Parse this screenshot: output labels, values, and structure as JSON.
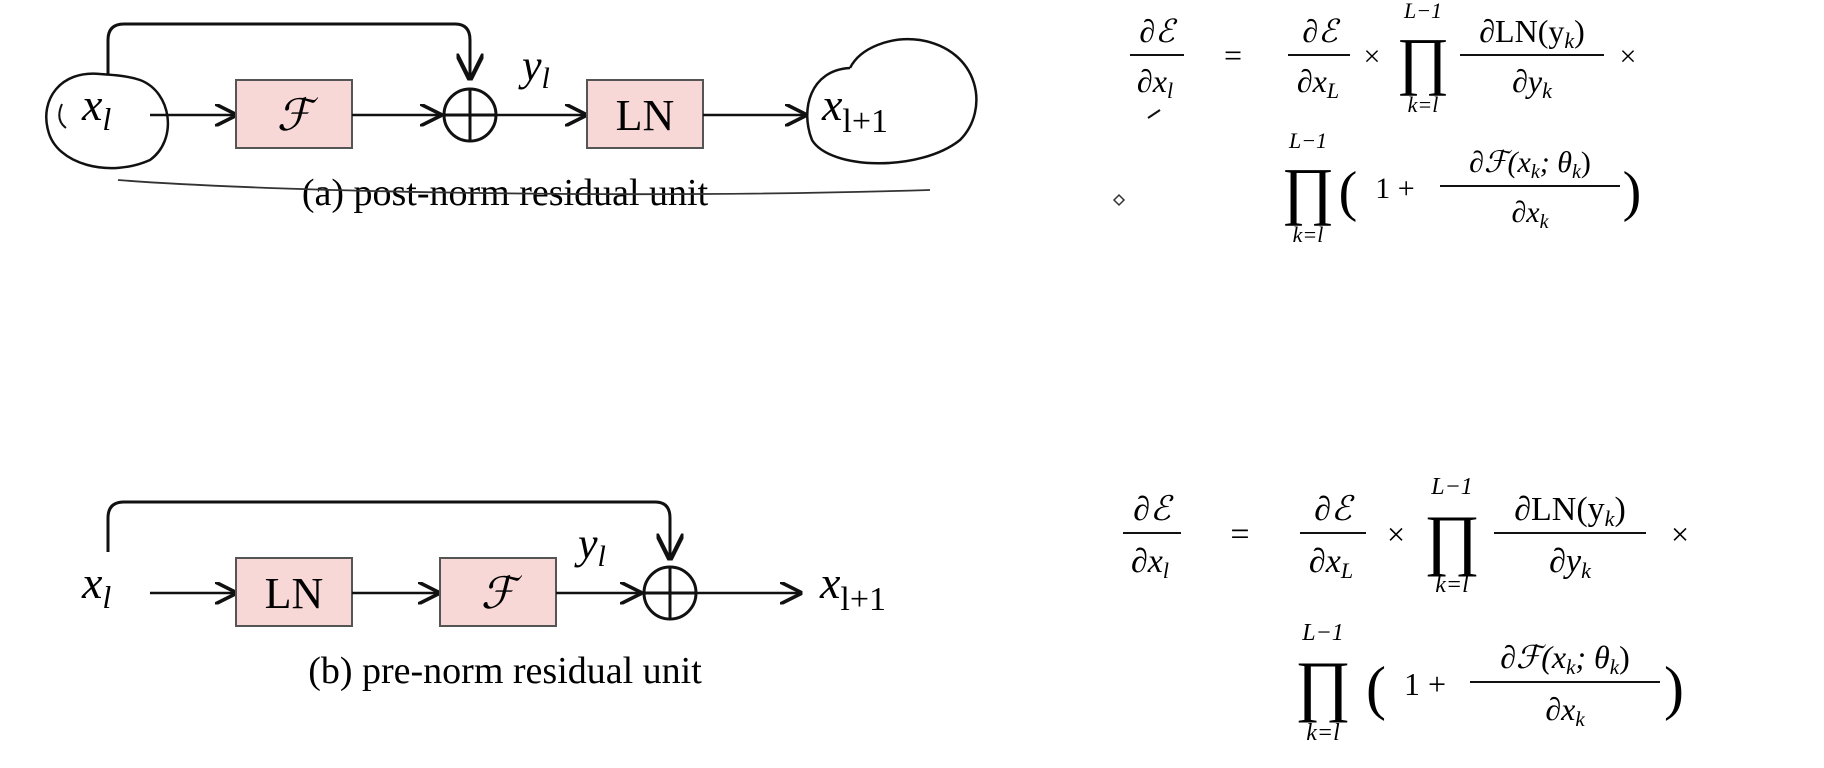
{
  "diagram_a": {
    "input": {
      "base": "x",
      "sub": "l"
    },
    "block1": "ℱ",
    "plus": "⊕",
    "mid": {
      "base": "y",
      "sub": "l"
    },
    "block2": "LN",
    "output": {
      "base": "x",
      "sub": "l+1"
    },
    "caption": "(a) post-norm residual unit"
  },
  "diagram_b": {
    "input": {
      "base": "x",
      "sub": "l"
    },
    "block1": "LN",
    "block2": "ℱ",
    "mid": {
      "base": "y",
      "sub": "l"
    },
    "plus": "⊕",
    "output": {
      "base": "x",
      "sub": "l+1"
    },
    "caption": "(b) pre-norm residual unit"
  },
  "equation_a": {
    "lhs_num": "∂ℰ",
    "lhs_den": {
      "base": "∂x",
      "sub": "l"
    },
    "equals": "=",
    "t1_num": "∂ℰ",
    "t1_den": {
      "base": "∂x",
      "sub": "L"
    },
    "times": "×",
    "prod": "∏",
    "prod_top": "L−1",
    "prod_bot": "k=l",
    "t2_num": "∂LN(y",
    "t2_num_sub": "k",
    "t2_num_end": ")",
    "t2_den": {
      "base": "∂y",
      "sub": "k"
    },
    "times2": "×",
    "paren_open": "(",
    "one_plus": "1 +",
    "t3_num": "∂ℱ(x",
    "t3_num_sub": "k",
    "t3_num_mid": "; θ",
    "t3_num_sub2": "k",
    "t3_num_end": ")",
    "t3_den": {
      "base": "∂x",
      "sub": "k"
    },
    "paren_close": ")"
  },
  "equation_b": {
    "lhs_num": "∂ℰ",
    "lhs_den": {
      "base": "∂x",
      "sub": "l"
    },
    "equals": "=",
    "t1_num": "∂ℰ",
    "t1_den": {
      "base": "∂x",
      "sub": "L"
    },
    "times": "×",
    "prod": "∏",
    "prod_top": "L−1",
    "prod_bot": "k=l",
    "t2_num": "∂LN(y",
    "t2_num_sub": "k",
    "t2_num_end": ")",
    "t2_den": {
      "base": "∂y",
      "sub": "k"
    },
    "times2": "×",
    "paren_open": "(",
    "one_plus": "1 +",
    "t3_num": "∂ℱ(x",
    "t3_num_sub": "k",
    "t3_num_mid": "; θ",
    "t3_num_sub2": "k",
    "t3_num_end": ")",
    "t3_den": {
      "base": "∂x",
      "sub": "k"
    },
    "paren_close": ")"
  },
  "colors": {
    "block_fill": "#f8d7d7",
    "block_stroke": "#555555",
    "ink": "#111111"
  }
}
